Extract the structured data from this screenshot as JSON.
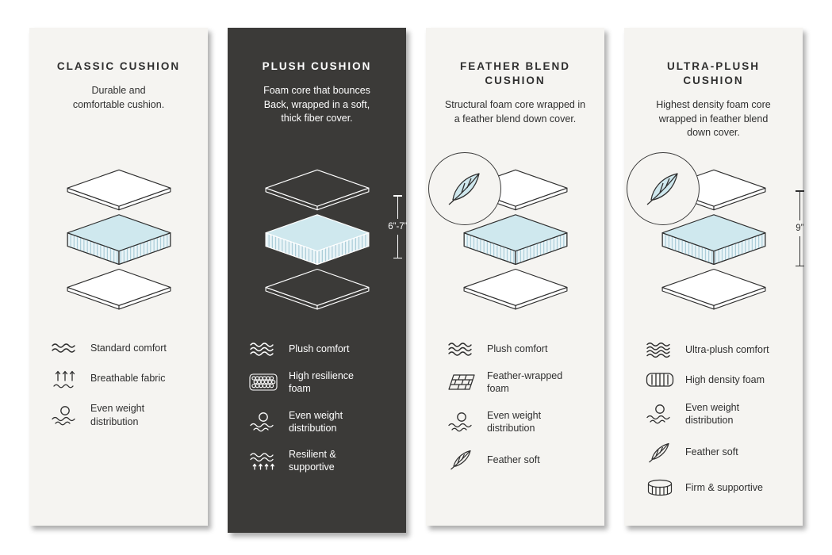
{
  "page": {
    "background": "#ffffff"
  },
  "colors": {
    "card_light_bg": "#f5f4f1",
    "card_dark_bg": "#3b3a38",
    "foam_top": "#cfe8ee",
    "foam_side": "#e9f4f7",
    "foam_hatch": "#8fbccb",
    "text_dark": "#2f2f2f",
    "text_light": "#ffffff"
  },
  "cards": [
    {
      "id": "classic",
      "theme": "light",
      "title": "CLASSIC CUSHION",
      "description": "Durable and\ncomfortable cushion.",
      "diagram": {
        "type": "layered-cushion",
        "feather_badge": false,
        "measurement": null
      },
      "features": [
        {
          "icon": "waves-icon",
          "label": "Standard comfort"
        },
        {
          "icon": "breathable-icon",
          "label": "Breathable fabric"
        },
        {
          "icon": "even-weight-icon",
          "label": "Even weight\ndistribution"
        }
      ]
    },
    {
      "id": "plush",
      "theme": "dark",
      "title": "PLUSH CUSHION",
      "description": "Foam core that bounces\nBack, wrapped in a soft,\nthick fiber cover.",
      "diagram": {
        "type": "layered-cushion",
        "feather_badge": false,
        "measurement": "6”-7”"
      },
      "features": [
        {
          "icon": "waves-icon",
          "label": "Plush comfort"
        },
        {
          "icon": "resilience-foam-icon",
          "label": "High resilience\nfoam"
        },
        {
          "icon": "even-weight-icon",
          "label": "Even weight\ndistribution"
        },
        {
          "icon": "resilient-supportive-icon",
          "label": "Resilient &\nsupportive"
        }
      ]
    },
    {
      "id": "feather-blend",
      "theme": "light",
      "title": "FEATHER BLEND\nCUSHION",
      "description": "Structural foam core wrapped in\na feather blend down cover.",
      "diagram": {
        "type": "layered-cushion",
        "feather_badge": true,
        "measurement": null
      },
      "features": [
        {
          "icon": "waves-icon",
          "label": "Plush comfort"
        },
        {
          "icon": "feather-wrapped-foam-icon",
          "label": "Feather-wrapped\nfoam"
        },
        {
          "icon": "even-weight-icon",
          "label": "Even weight\ndistribution"
        },
        {
          "icon": "feather-icon",
          "label": "Feather soft"
        }
      ]
    },
    {
      "id": "ultra-plush",
      "theme": "light",
      "title": "ULTRA-PLUSH\nCUSHION",
      "description": "Highest density foam core\nwrapped in feather blend\ndown cover.",
      "diagram": {
        "type": "layered-cushion",
        "feather_badge": true,
        "measurement": "9”"
      },
      "features": [
        {
          "icon": "ultra-waves-icon",
          "label": "Ultra-plush comfort"
        },
        {
          "icon": "density-foam-icon",
          "label": "High density foam"
        },
        {
          "icon": "even-weight-icon",
          "label": "Even weight\ndistribution"
        },
        {
          "icon": "feather-icon",
          "label": "Feather soft"
        },
        {
          "icon": "firm-supportive-icon",
          "label": "Firm & supportive"
        }
      ]
    }
  ]
}
